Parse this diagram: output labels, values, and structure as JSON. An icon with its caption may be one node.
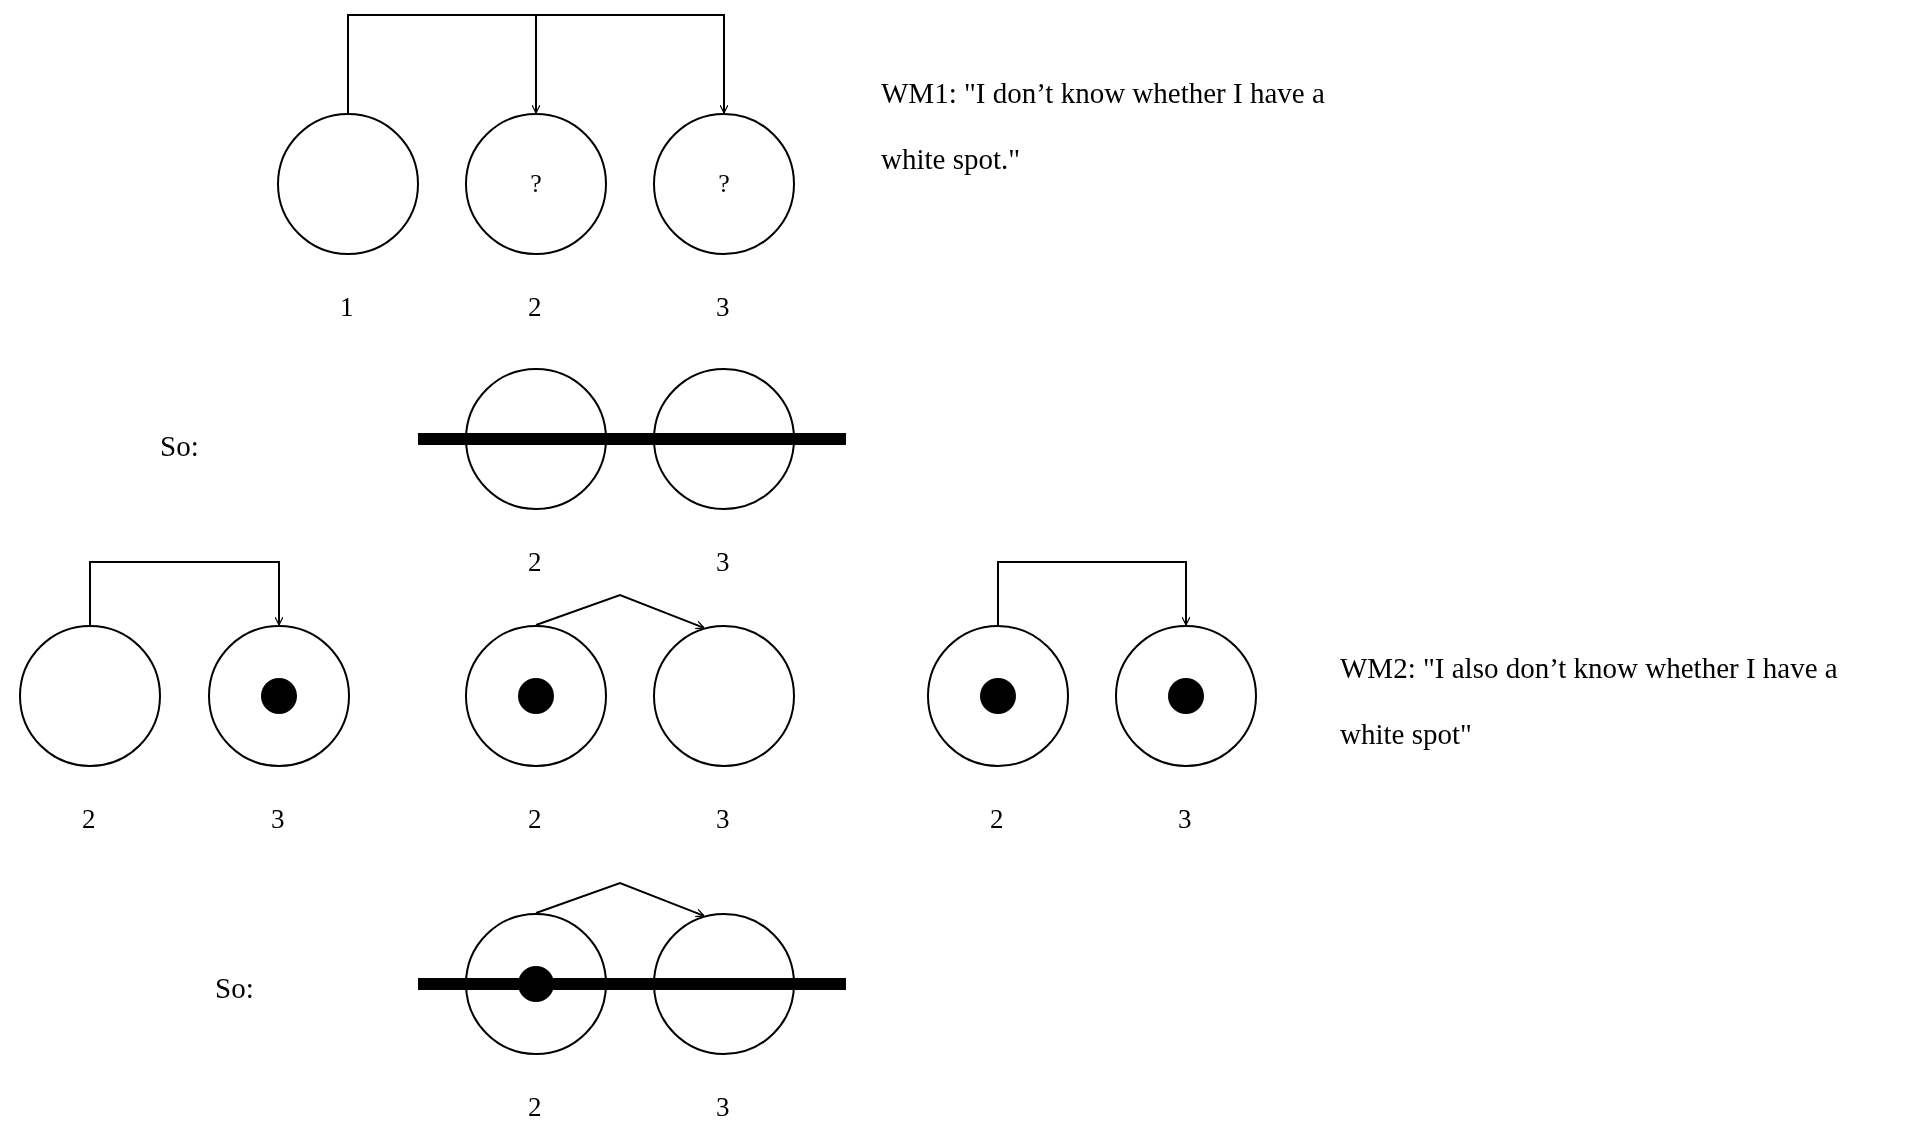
{
  "diagram": {
    "nodes": [
      {
        "text": [],
        "shape": "circle",
        "beside": [
          "1"
        ]
      },
      {
        "text": [
          "?"
        ],
        "beside": [
          "2"
        ]
      },
      {
        "text": [
          "?"
        ],
        "beside": [
          "3"
        ]
      },
      {
        "text": [],
        "shape": "circle",
        "beside": [
          "2"
        ]
      },
      {
        "text": [],
        "shape": "circle",
        "beside": [
          "3"
        ]
      },
      {
        "text": [],
        "shape": "circle",
        "beside": [
          "2"
        ]
      },
      {
        "text": [],
        "shape": "circle",
        "beside": [
          "3"
        ]
      },
      {
        "text": [],
        "shape": "circle",
        "in": 6
      },
      {
        "text": [],
        "shape": "circle",
        "beside": [
          "2"
        ]
      },
      {
        "text": [],
        "shape": "circle",
        "in": 8
      },
      {
        "text": [],
        "shape": "circle",
        "beside": [
          "3"
        ]
      },
      {
        "text": [],
        "shape": "circle",
        "beside": [
          "2"
        ]
      },
      {
        "text": [],
        "shape": "circle",
        "in": 11
      },
      {
        "text": [],
        "shape": "circle",
        "beside": [
          "3"
        ]
      },
      {
        "text": [],
        "shape": "circle",
        "in": 13
      },
      {
        "text": [],
        "shape": "circle",
        "beside": [
          "2"
        ]
      },
      {
        "text": [],
        "shape": "circle",
        "in": 15
      },
      {
        "text": [],
        "shape": "circle",
        "beside": [
          "3"
        ]
      }
    ],
    "edges": [
      {
        "from": 0,
        "to": 1,
        "arrow": "to"
      },
      {
        "from": 0,
        "to": 2,
        "arrow": "to"
      },
      {
        "from": 5,
        "to": 6,
        "arrow": "to"
      },
      {
        "from": 8,
        "to": 10,
        "arrow": "to"
      },
      {
        "from": 11,
        "to": 13,
        "arrow": "to"
      },
      {
        "from": 15,
        "to": 17,
        "arrow": "to"
      }
    ],
    "labels": [
      "WM1:  \"I don’t know whether I have a white spot.\"",
      "So:",
      "WM2:  \"I also don’t know whether I have a white spot\"",
      "So:"
    ]
  }
}
